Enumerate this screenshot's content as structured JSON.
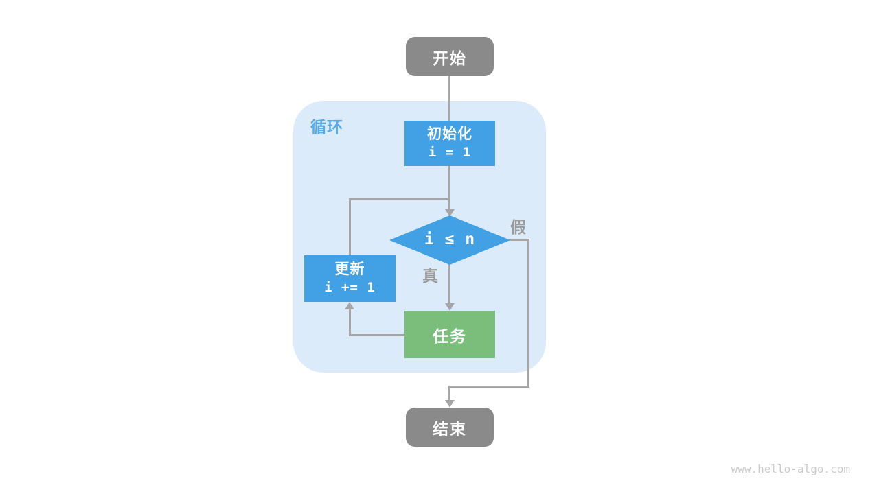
{
  "page": {
    "watermark": "www.hello-algo.com"
  },
  "colors": {
    "background": "#ffffff",
    "terminal_gray": "#8a8a8a",
    "process_blue": "#42a1e4",
    "process_green": "#7bbd7b",
    "container_light_blue": "#dbebfa",
    "loop_label_blue": "#57abeb",
    "connector_gray": "#a6a6a6",
    "edge_label_gray": "#9b9b9b",
    "watermark_gray": "#cccccc",
    "node_text": "#ffffff"
  },
  "flowchart": {
    "container_label": "循环",
    "nodes": {
      "start": {
        "label": "开始"
      },
      "init": {
        "title": "初始化",
        "code": "i = 1"
      },
      "condition": {
        "code": "i ≤ n"
      },
      "update": {
        "title": "更新",
        "code": "i += 1"
      },
      "task": {
        "label": "任务"
      },
      "end": {
        "label": "结束"
      }
    },
    "edge_labels": {
      "true": "真",
      "false": "假"
    }
  }
}
